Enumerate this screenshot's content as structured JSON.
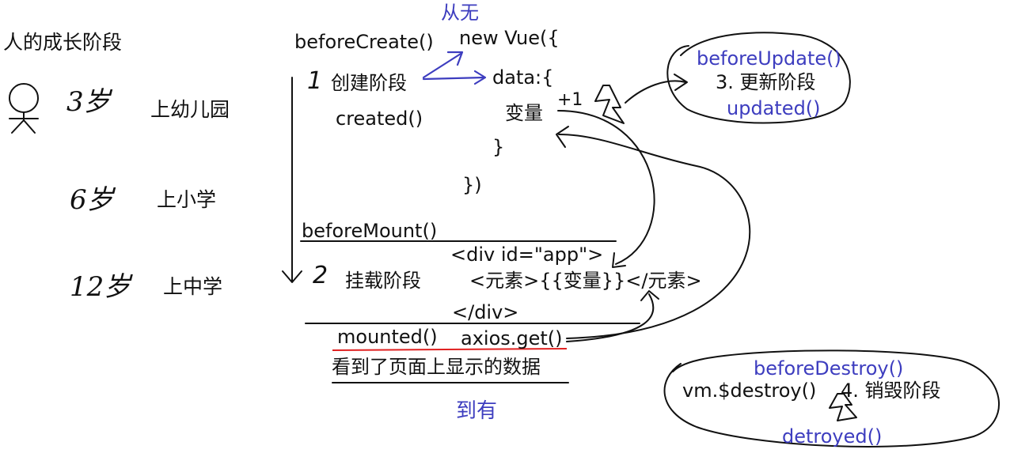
{
  "colors": {
    "ink": "#111111",
    "blue": "#3d3dbf",
    "red": "#e02020"
  },
  "human": {
    "title": "人的成长阶段",
    "stages": [
      {
        "age": "3岁",
        "label": "上幼儿园"
      },
      {
        "age": "6岁",
        "label": "上小学"
      },
      {
        "age": "12岁",
        "label": "上中学"
      }
    ]
  },
  "lifecycle": {
    "create": {
      "before": "beforeCreate()",
      "number": "1",
      "phase": "创建阶段",
      "after": "created()",
      "from_nothing": "从无"
    },
    "code": {
      "line1": "new Vue({",
      "line2": "data:{",
      "line3": "变量",
      "line4": "}",
      "line5": "})",
      "plus_one": "+1"
    },
    "update": {
      "before": "beforeUpdate()",
      "phase": "3. 更新阶段",
      "after": "updated()"
    },
    "mount": {
      "before": "beforeMount()",
      "number": "2",
      "phase": "挂载阶段",
      "html1": "<div id=\"app\">",
      "html2": "<元素>{{变量}}</元素>",
      "html3": "</div>",
      "after": "mounted()",
      "axios": "axios.get()",
      "note": "看到了页面上显示的数据",
      "to_something": "到有"
    },
    "destroy": {
      "before": "beforeDestroy()",
      "call": "vm.$destroy()",
      "phase": "4. 销毁阶段",
      "after": "detroyed()"
    }
  }
}
